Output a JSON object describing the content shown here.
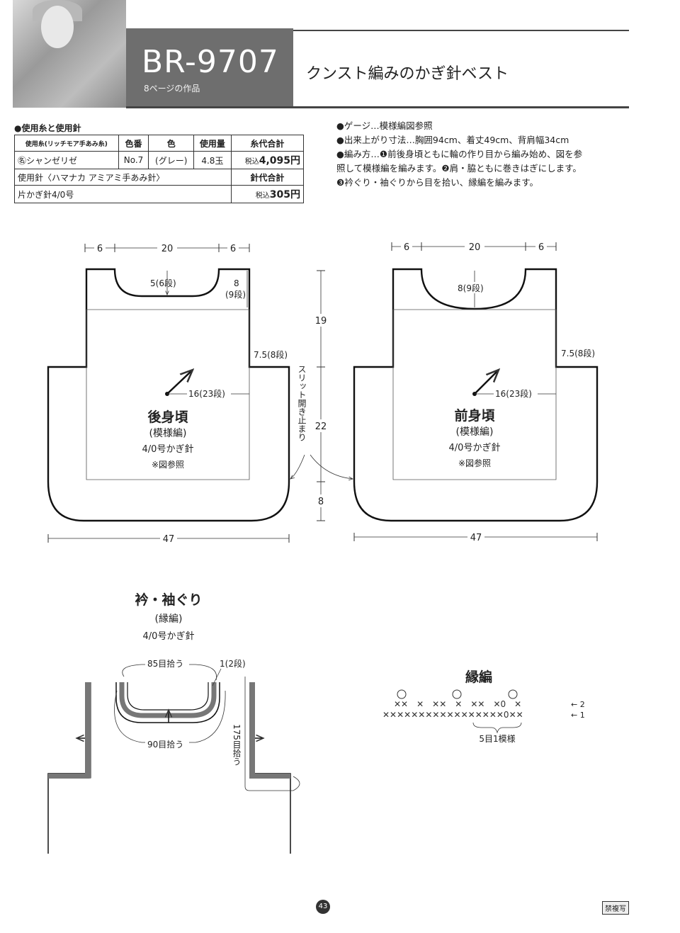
{
  "header": {
    "code": "BR-9707",
    "sub": "8ページの作品",
    "title": "クンスト編みのかぎ針ベスト"
  },
  "yarn": {
    "heading": "●使用糸と使用針",
    "columns": [
      "使用糸(リッチモア手あみ糸)",
      "色番",
      "色",
      "使用量",
      "糸代合計"
    ],
    "row": {
      "name": "㊔シャンゼリゼ",
      "color_no": "No.7",
      "color": "(グレー)",
      "amount": "4.8玉",
      "price_prefix": "税込",
      "price": "4,095円"
    },
    "needle_label": "使用針〈ハマナカ アミアミ手あみ針〉",
    "needle_cost_label": "針代合計",
    "needle": "片かぎ針4/0号",
    "needle_price_prefix": "税込",
    "needle_price": "305円"
  },
  "notes": {
    "gauge": "●ゲージ…模様編図参照",
    "size": "●出来上がり寸法…胸囲94cm、着丈49cm、背肩幅34cm",
    "method1": "●編み方…❶前後身頃ともに輪の作り目から編み始め、図を参",
    "method2": "照して模様編を編みます。❷肩・脇ともに巻きはぎにします。",
    "method3": "❸衿ぐり・袖ぐりから目を拾い、縁編を編みます。"
  },
  "back": {
    "top_left": "6",
    "top_mid": "20",
    "top_right": "6",
    "neck": "5(6段)",
    "shoulder": "8",
    "shoulder_rows": "(9段)",
    "underarm": "7.5(8段)",
    "diag": "16(23段)",
    "name": "後身頃",
    "stitch": "(模様編)",
    "hook": "4/0号かぎ針",
    "ref": "※図参照",
    "width": "47"
  },
  "front": {
    "top_left": "6",
    "top_mid": "20",
    "top_right": "6",
    "neck": "8(9段)",
    "underarm": "7.5(8段)",
    "diag": "16(23段)",
    "name": "前身頃",
    "stitch": "(模様編)",
    "hook": "4/0号かぎ針",
    "ref": "※図参照",
    "width": "47"
  },
  "center": {
    "h1": "19",
    "h2": "22",
    "h3": "8",
    "slit": "スリット開き止まり"
  },
  "collar": {
    "title": "衿・袖ぐり",
    "stitch": "(縁編)",
    "hook": "4/0号かぎ針",
    "pick_top": "85目拾う",
    "rows": "1(2段)",
    "pick_bottom": "90目拾う",
    "pick_side": "175目拾う"
  },
  "edge": {
    "title": "縁編",
    "row2": "← 2",
    "row1": "← 1",
    "repeat": "5目1模様"
  },
  "footer": {
    "page": "43",
    "stamp": "禁複写"
  }
}
